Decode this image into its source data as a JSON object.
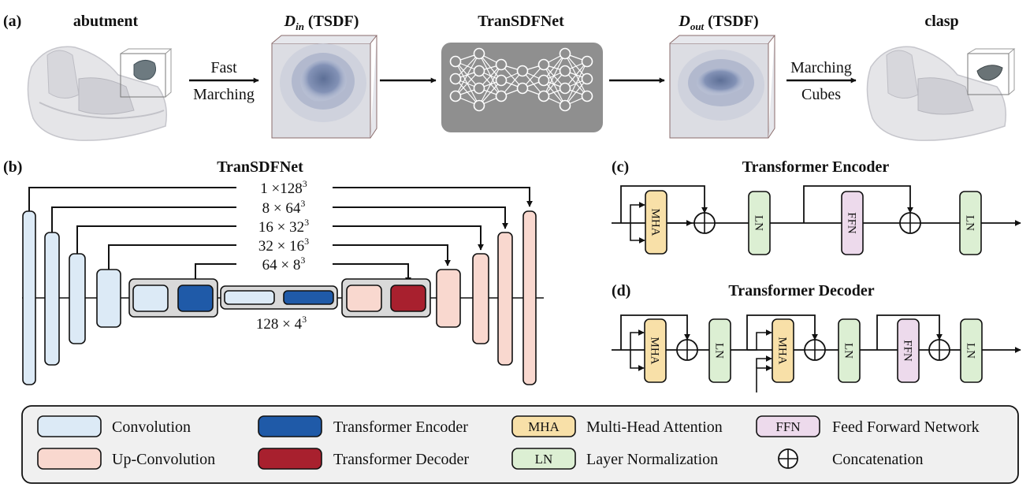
{
  "panel_a": {
    "label": "(a)",
    "abutment": "abutment",
    "din_sym": "D",
    "din_sub": "in",
    "din_suffix": " (TSDF)",
    "fm_line1": "Fast",
    "fm_line2": "Marching",
    "net_title": "TranSDFNet",
    "dout_sym": "D",
    "dout_sub": "out",
    "dout_suffix": " (TSDF)",
    "mc_line1": "Marching",
    "mc_line2": "Cubes",
    "clasp": "clasp"
  },
  "panel_b": {
    "label": "(b)",
    "title": "TranSDFNet",
    "skips": [
      {
        "ch": "1",
        "res": "128"
      },
      {
        "ch": "8",
        "res": "64"
      },
      {
        "ch": "16",
        "res": "32"
      },
      {
        "ch": "32",
        "res": "16"
      },
      {
        "ch": "64",
        "res": "8"
      }
    ],
    "bottleneck": {
      "ch": "128",
      "res": "4"
    },
    "times": "×",
    "cube": "3"
  },
  "panel_c": {
    "label": "(c)",
    "title": "Transformer Encoder"
  },
  "panel_d": {
    "label": "(d)",
    "title": "Transformer Decoder"
  },
  "blocks": {
    "mha": "MHA",
    "ln": "LN",
    "ffn": "FFN"
  },
  "legend": {
    "items": [
      {
        "key": "conv",
        "label": "Convolution",
        "chip": ""
      },
      {
        "key": "tenc",
        "label": "Transformer Encoder",
        "chip": ""
      },
      {
        "key": "mha",
        "label": "Multi-Head Attention",
        "chip": "MHA"
      },
      {
        "key": "ffn",
        "label": "Feed Forward Network",
        "chip": "FFN"
      },
      {
        "key": "upconv",
        "label": "Up-Convolution",
        "chip": ""
      },
      {
        "key": "tdec",
        "label": "Transformer Decoder",
        "chip": ""
      },
      {
        "key": "ln",
        "label": "Layer Normalization",
        "chip": "LN"
      },
      {
        "key": "concat",
        "label": "Concatenation",
        "chip": ""
      }
    ]
  },
  "colors": {
    "conv": "#dceaf6",
    "upconv": "#f9d8cf",
    "tenc": "#1f5aa8",
    "tdec": "#a8202e",
    "mha": "#f8e0a8",
    "ln": "#dcefd3",
    "ffn": "#eddaec",
    "group_bg": "#d9d9d9",
    "net_bg": "#8f8f8f",
    "legend_bg": "#f0f0f0"
  }
}
